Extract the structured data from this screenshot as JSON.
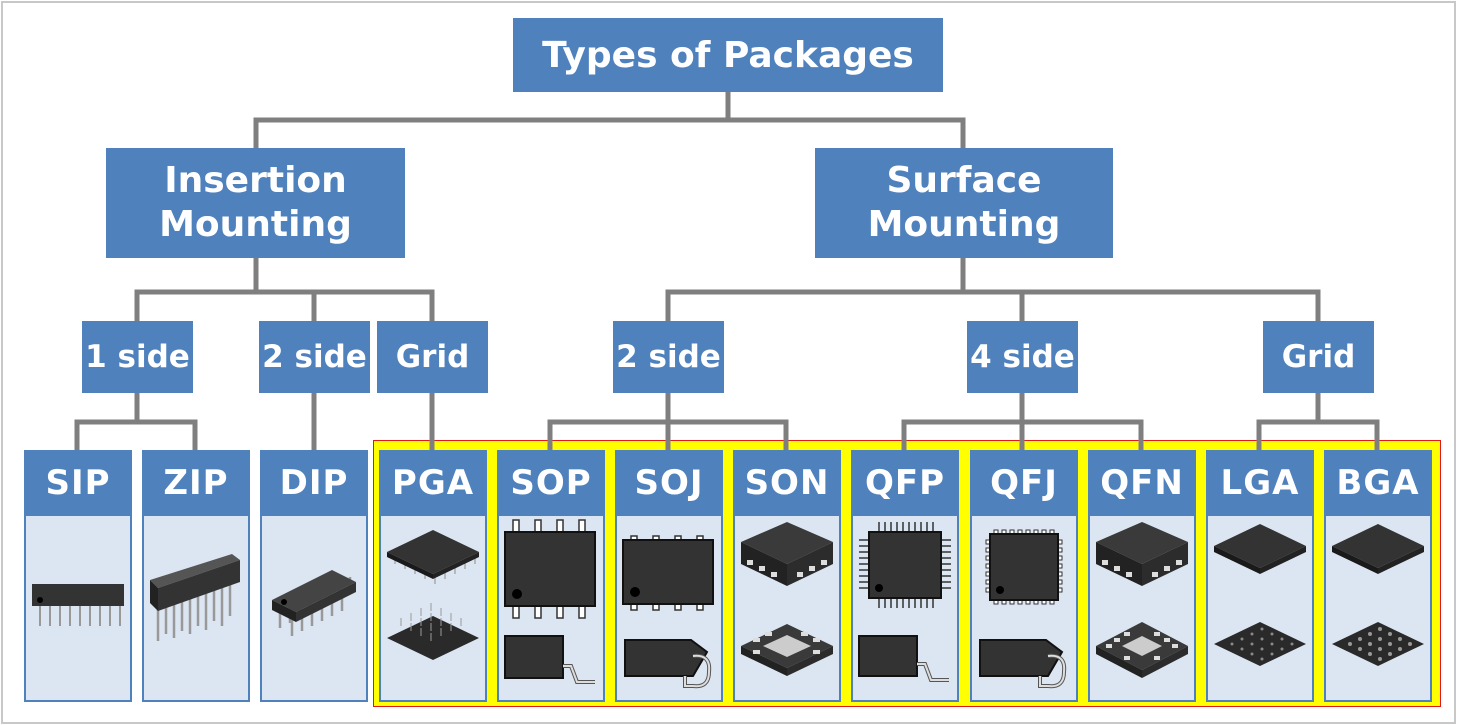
{
  "root": {
    "label": "Types of Packages"
  },
  "categories": [
    {
      "line1": "Insertion",
      "line2": "Mounting"
    },
    {
      "line1": "Surface",
      "line2": "Mounting"
    }
  ],
  "subcategories": [
    "1 side",
    "2 side",
    "Grid",
    "2 side",
    "4 side",
    "Grid"
  ],
  "packages": [
    "SIP",
    "ZIP",
    "DIP",
    "PGA",
    "SOP",
    "SOJ",
    "SON",
    "QFP",
    "QFJ",
    "QFN",
    "LGA",
    "BGA"
  ],
  "colors": {
    "node_fill": "#4f81bd",
    "card_body": "#dce6f2",
    "connector": "#7f7f7f",
    "highlight_fill": "#ffff00",
    "highlight_border": "#e01818",
    "chip_body": "#333333"
  },
  "icons": {
    "SIP": "sip-package-icon",
    "ZIP": "zip-package-icon",
    "DIP": "dip-package-icon",
    "PGA": "pga-package-icon",
    "SOP": "sop-package-icon",
    "SOJ": "soj-package-icon",
    "SON": "son-package-icon",
    "QFP": "qfp-package-icon",
    "QFJ": "qfj-package-icon",
    "QFN": "qfn-package-icon",
    "LGA": "lga-package-icon",
    "BGA": "bga-package-icon"
  }
}
